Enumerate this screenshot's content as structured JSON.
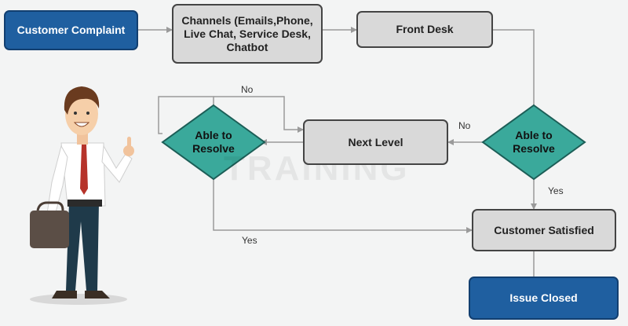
{
  "nodes": {
    "customer_complaint": "Customer Complaint",
    "channels": "Channels (Emails,Phone, Live Chat, Service Desk, Chatbot",
    "front_desk": "Front Desk",
    "next_level": "Next Level",
    "customer_satisfied": "Customer Satisfied",
    "issue_closed": "Issue Closed",
    "decision_left": "Able to Resolve",
    "decision_right": "Able to Resolve"
  },
  "edge_labels": {
    "no_top": "No",
    "no_right": "No",
    "yes_right": "Yes",
    "yes_left": "Yes"
  },
  "watermark": "TRAINING",
  "colors": {
    "blue_box": "#1f5fa0",
    "gray_box": "#d9d9d9",
    "diamond": "#3aa99b",
    "connector": "#9a9a9a"
  }
}
